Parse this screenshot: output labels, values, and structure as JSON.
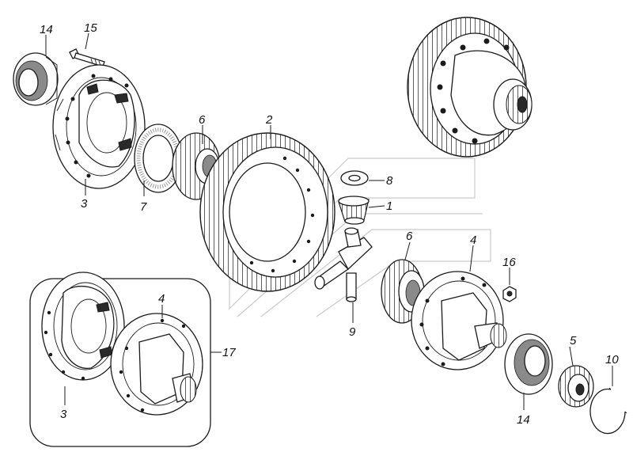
{
  "diagram": {
    "callouts": {
      "c1": "1",
      "c2": "2",
      "c3_top": "3",
      "c3_inset": "3",
      "c4_right": "4",
      "c4_inset": "4",
      "c5": "5",
      "c6_top": "6",
      "c6_mid": "6",
      "c7": "7",
      "c8": "8",
      "c9": "9",
      "c10": "10",
      "c14_top": "14",
      "c14_bottom": "14",
      "c15": "15",
      "c16": "16",
      "c17": "17"
    }
  }
}
